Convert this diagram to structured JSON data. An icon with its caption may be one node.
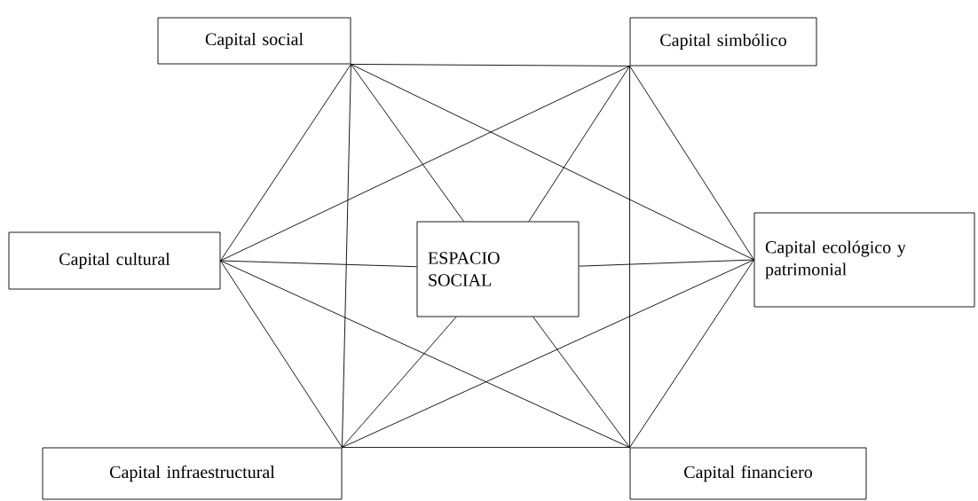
{
  "diagram": {
    "nodes": [
      {
        "text": [
          "Capital social"
        ]
      },
      {
        "text": [
          "Capital simbólico"
        ]
      },
      {
        "text": [
          "Capital cultural"
        ]
      },
      {
        "text": [
          "ESPACIO SOCIAL"
        ]
      },
      {
        "text": [
          "Capital ecológico y patrimonial"
        ]
      },
      {
        "text": [
          "Capital infraestructural"
        ]
      },
      {
        "text": [
          "Capital financiero"
        ]
      }
    ],
    "edges": [
      {
        "from": 0,
        "to": 1,
        "arrow": "none"
      },
      {
        "from": 0,
        "to": 2,
        "arrow": "none"
      },
      {
        "from": 0,
        "to": 3,
        "arrow": "none"
      },
      {
        "from": 0,
        "to": 4,
        "arrow": "none"
      },
      {
        "from": 0,
        "to": 5,
        "arrow": "none"
      },
      {
        "from": 1,
        "to": 2,
        "arrow": "none"
      },
      {
        "from": 1,
        "to": 3,
        "arrow": "none"
      },
      {
        "from": 1,
        "to": 4,
        "arrow": "none"
      },
      {
        "from": 1,
        "to": 6,
        "arrow": "none"
      },
      {
        "from": 2,
        "to": 3,
        "arrow": "none"
      },
      {
        "from": 2,
        "to": 5,
        "arrow": "none"
      },
      {
        "from": 2,
        "to": 6,
        "arrow": "none"
      },
      {
        "from": 3,
        "to": 4,
        "arrow": "none"
      },
      {
        "from": 3,
        "to": 5,
        "arrow": "none"
      },
      {
        "from": 3,
        "to": 6,
        "arrow": "none"
      },
      {
        "from": 4,
        "to": 5,
        "arrow": "none"
      },
      {
        "from": 4,
        "to": 6,
        "arrow": "none"
      },
      {
        "from": 5,
        "to": 6,
        "arrow": "none"
      }
    ]
  }
}
